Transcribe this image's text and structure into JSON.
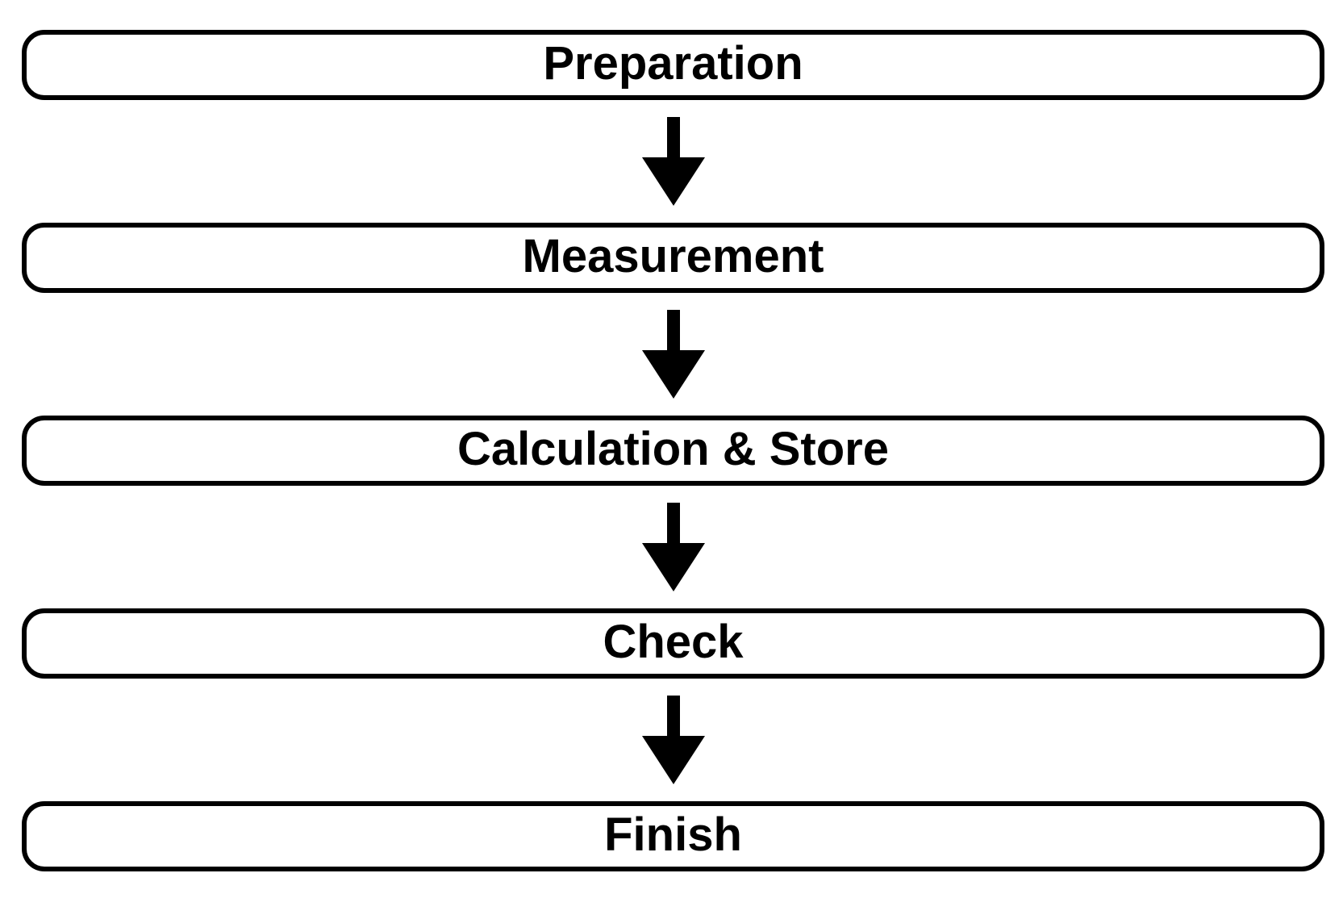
{
  "colors": {
    "ink": "#000000",
    "box_fill": "#ffffff",
    "background": "#ffffff"
  },
  "flowchart": {
    "steps": [
      {
        "label": "Preparation"
      },
      {
        "label": "Measurement"
      },
      {
        "label": "Calculation & Store"
      },
      {
        "label": "Check"
      },
      {
        "label": "Finish"
      }
    ],
    "connector": "down-arrow"
  }
}
